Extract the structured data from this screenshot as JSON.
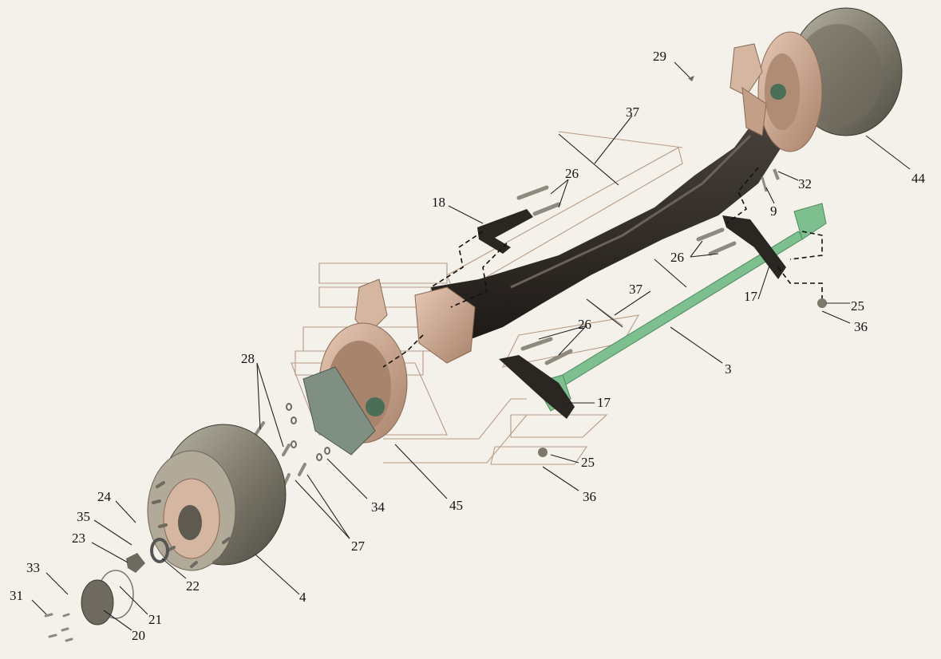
{
  "diagram": {
    "labels": {
      "l29": "29",
      "l37a": "37",
      "l26a": "26",
      "l18": "18",
      "l32": "32",
      "l44": "44",
      "l9": "9",
      "l26b": "26",
      "l17a": "17",
      "l25a": "25",
      "l36a": "36",
      "l37b": "37",
      "l26c": "26",
      "l3": "3",
      "l28": "28",
      "l17b": "17",
      "l25b": "25",
      "l36b": "36",
      "l34": "34",
      "l45": "45",
      "l24": "24",
      "l35": "35",
      "l23": "23",
      "l27": "27",
      "l22": "22",
      "l4": "4",
      "l33": "33",
      "l21": "21",
      "l31": "31",
      "l20": "20"
    },
    "colors": {
      "background": "#f3f1ea",
      "axle_beam": "#2f2a25",
      "tie_rod": "#7dbf8e",
      "knuckle": "#c9a48d",
      "drum": "#8d8a7c"
    }
  }
}
